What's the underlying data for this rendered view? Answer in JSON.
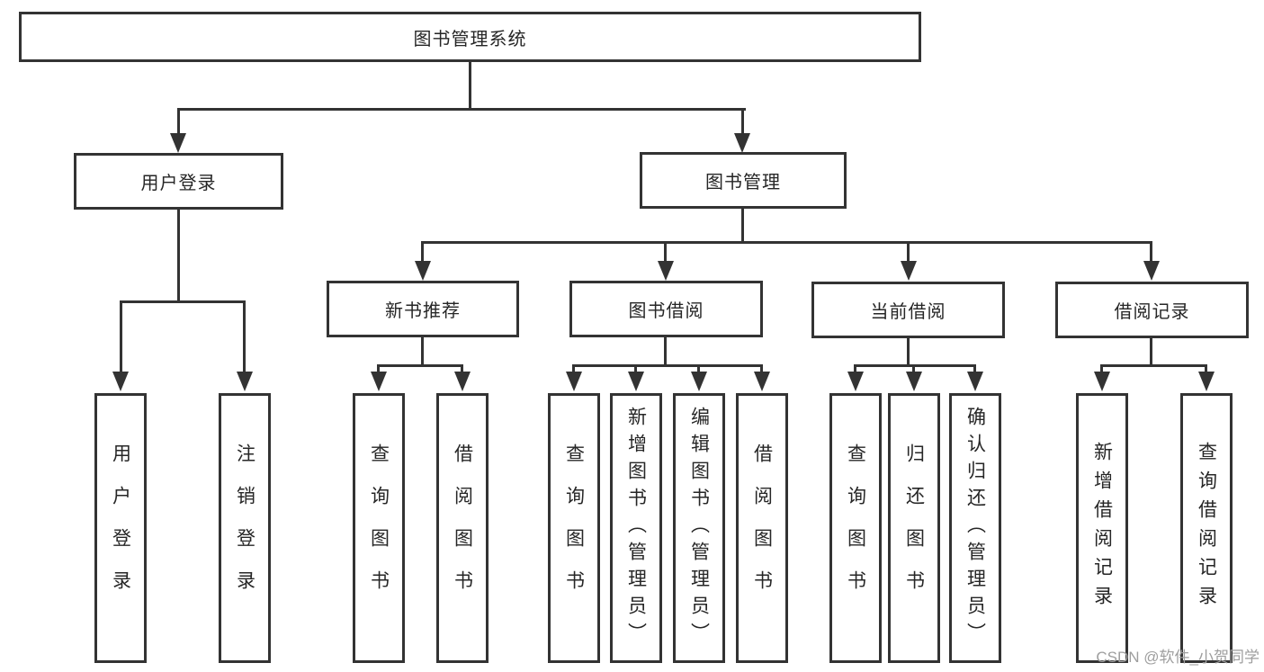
{
  "root": {
    "label": "图书管理系统"
  },
  "branches": [
    {
      "label": "用户登录",
      "leaves": [
        {
          "label": "用户登录"
        },
        {
          "label": "注销登录"
        }
      ]
    },
    {
      "label": "图书管理",
      "groups": [
        {
          "label": "新书推荐",
          "leaves": [
            {
              "label": "查询图书"
            },
            {
              "label": "借阅图书"
            }
          ]
        },
        {
          "label": "图书借阅",
          "leaves": [
            {
              "label": "查询图书"
            },
            {
              "label": "新增图书（管理员）"
            },
            {
              "label": "编辑图书（管理员）"
            },
            {
              "label": "借阅图书"
            }
          ]
        },
        {
          "label": "当前借阅",
          "leaves": [
            {
              "label": "查询图书"
            },
            {
              "label": "归还图书"
            },
            {
              "label": "确认归还（管理员）"
            }
          ]
        },
        {
          "label": "借阅记录",
          "leaves": [
            {
              "label": "新增借阅记录"
            },
            {
              "label": "查询借阅记录"
            }
          ]
        }
      ]
    }
  ],
  "watermark": {
    "text": "CSDN @软件_小贺同学"
  },
  "colors": {
    "line": "#333333",
    "text": "#262626",
    "box_fill": "#ffffff",
    "watermark": "#9e9e9e"
  }
}
